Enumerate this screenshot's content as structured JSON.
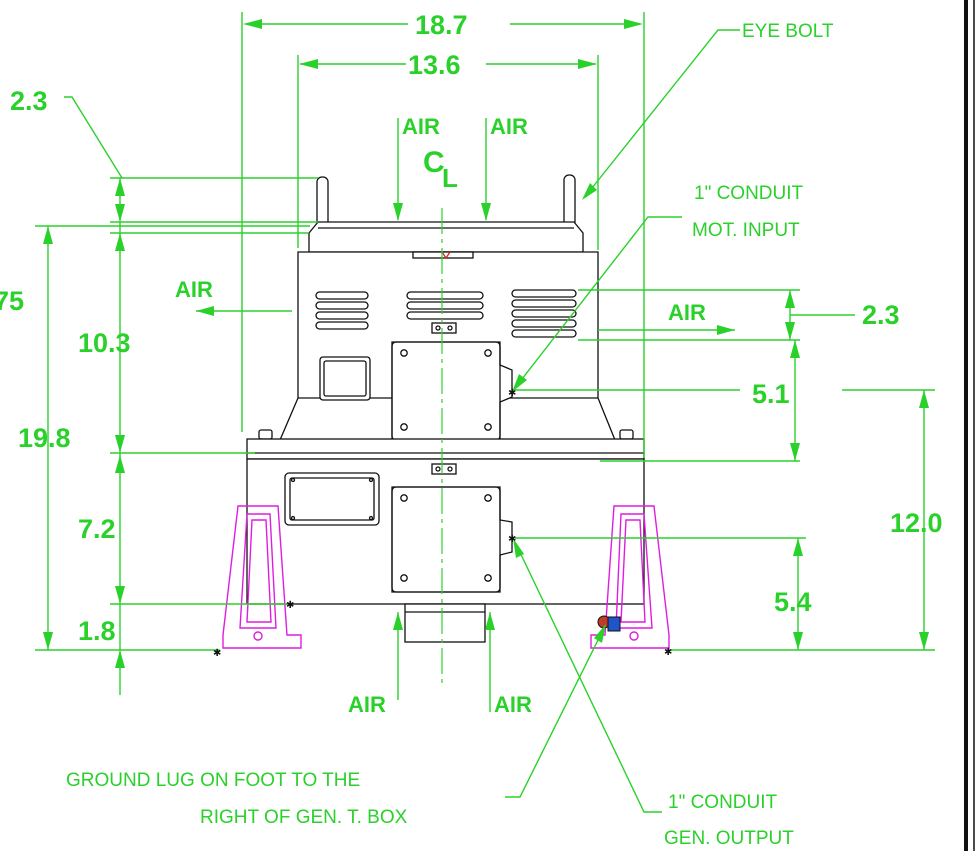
{
  "dimensions": {
    "overall_width": "18.7",
    "inner_width": "13.6",
    "top_left_offset": "2.3",
    "partial_height_cut": "75",
    "upper_height": "10.3",
    "total_height": "19.8",
    "middle_height": "7.2",
    "base_height": "1.8",
    "louver_offset": "2.3",
    "motor_conduit_height": "5.1",
    "gen_conduit_height": "5.4",
    "overall_right_height": "12.0"
  },
  "labels": {
    "eye_bolt": "EYE BOLT",
    "centerline_c": "C",
    "centerline_l": "L",
    "air": "AIR",
    "motor_conduit_line1": "1\" CONDUIT",
    "motor_conduit_line2": "MOT. INPUT",
    "gen_conduit_line1": "1\" CONDUIT",
    "gen_conduit_line2": "GEN. OUTPUT",
    "ground_lug_line1": "GROUND LUG ON FOOT TO THE",
    "ground_lug_line2": "RIGHT OF GEN. T. BOX"
  },
  "colors": {
    "dimension_green": "#2bd12b",
    "outline_black": "#111111",
    "foot_magenta": "#e01ce0"
  }
}
